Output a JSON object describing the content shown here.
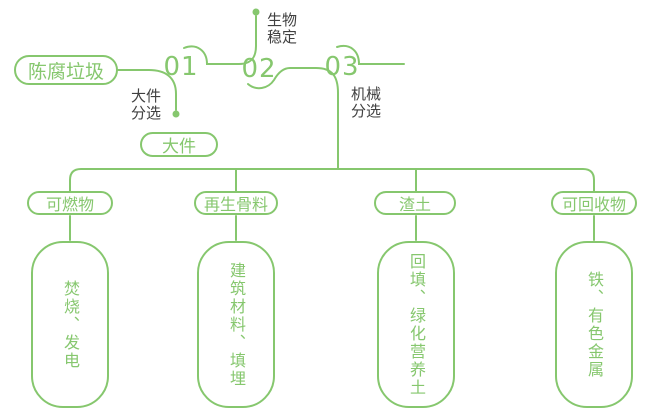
{
  "colors": {
    "green": "#86c76e",
    "label_text": "#404040",
    "background": "#ffffff"
  },
  "flow": {
    "source": {
      "label": "陈腐垃圾"
    },
    "steps": [
      {
        "number": "01",
        "process": "大件\n分选",
        "output_label": "大件"
      },
      {
        "number": "02",
        "process": "生物\n稳定"
      },
      {
        "number": "03",
        "process": "机械\n分选"
      }
    ]
  },
  "categories": [
    {
      "label": "可燃物",
      "detail": "焚烧、发电"
    },
    {
      "label": "再生骨料",
      "detail": "建筑材料、填埋"
    },
    {
      "label": "渣土",
      "detail": "回填、绿化营养土"
    },
    {
      "label": "可回收物",
      "detail": "铁、有色金属"
    }
  ]
}
